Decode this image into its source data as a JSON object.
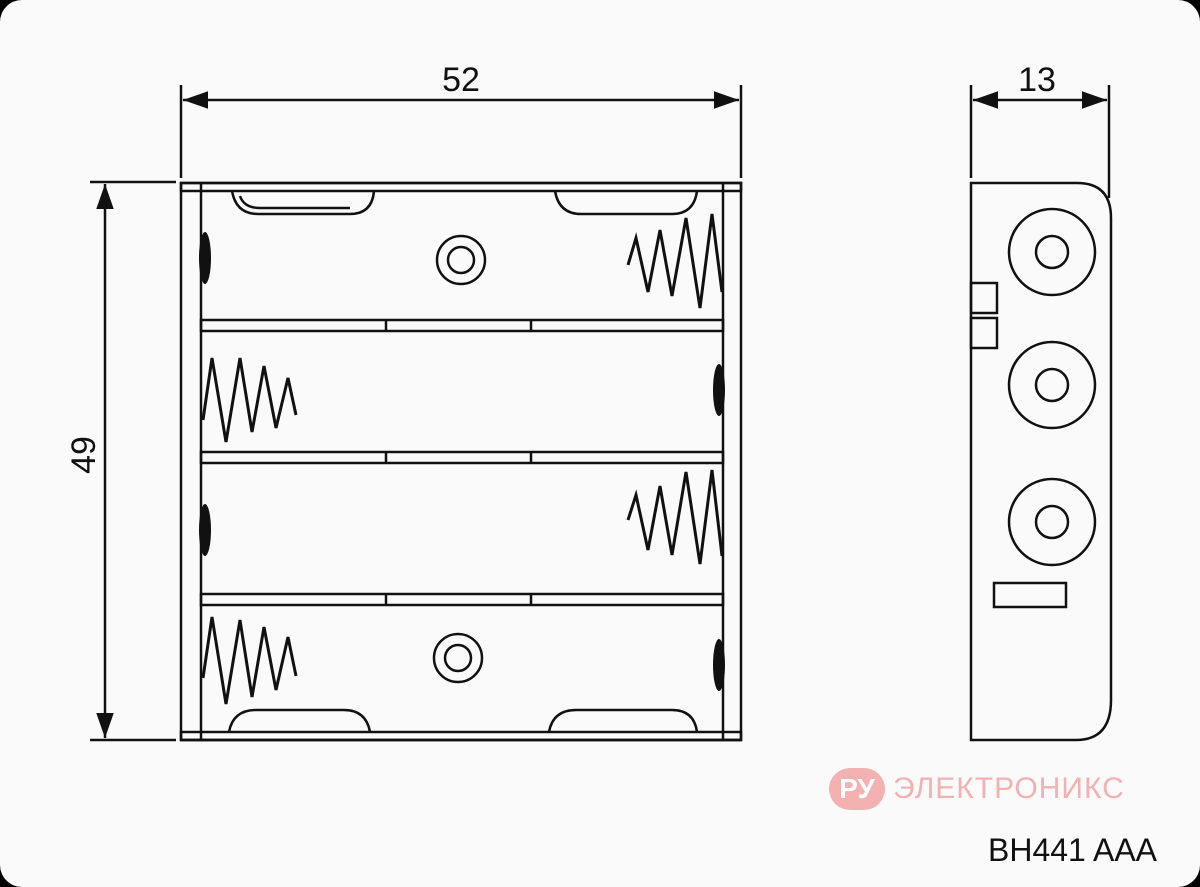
{
  "dimensions": {
    "width": "52",
    "height": "49",
    "depth": "13"
  },
  "logo": {
    "badge": "РУ",
    "text": "ЭЛЕКТРОНИКС"
  },
  "model": "BH441 AAA",
  "colors": {
    "line": "#111111",
    "logo": "#f3b1b1",
    "background": "#fafafa"
  }
}
